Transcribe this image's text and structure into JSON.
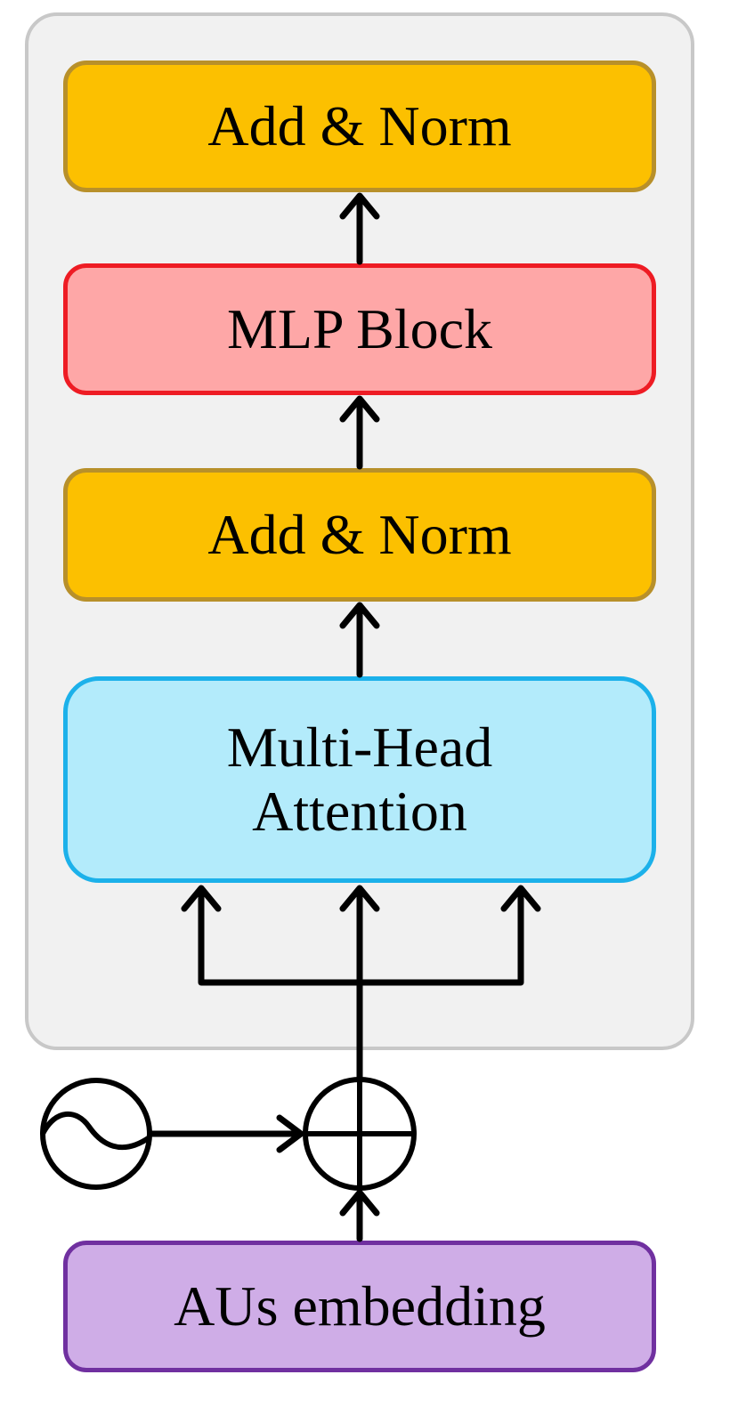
{
  "diagram": {
    "blocks": {
      "add_norm_top": {
        "label": "Add & Norm",
        "fill": "#fcc000"
      },
      "mlp_block": {
        "label": "MLP Block",
        "fill": "#fea7a7"
      },
      "add_norm_bottom": {
        "label": "Add & Norm",
        "fill": "#fcc000"
      },
      "multi_head_attention": {
        "line1": "Multi-Head",
        "line2": "Attention",
        "fill": "#b3ebfb"
      },
      "aus_embedding": {
        "label": "AUs embedding",
        "fill": "#cfade7"
      }
    },
    "symbols": {
      "positional_encoding": "sine-wave-icon",
      "addition": "circled-plus-icon"
    },
    "container_fill": "#f1f1f1"
  }
}
